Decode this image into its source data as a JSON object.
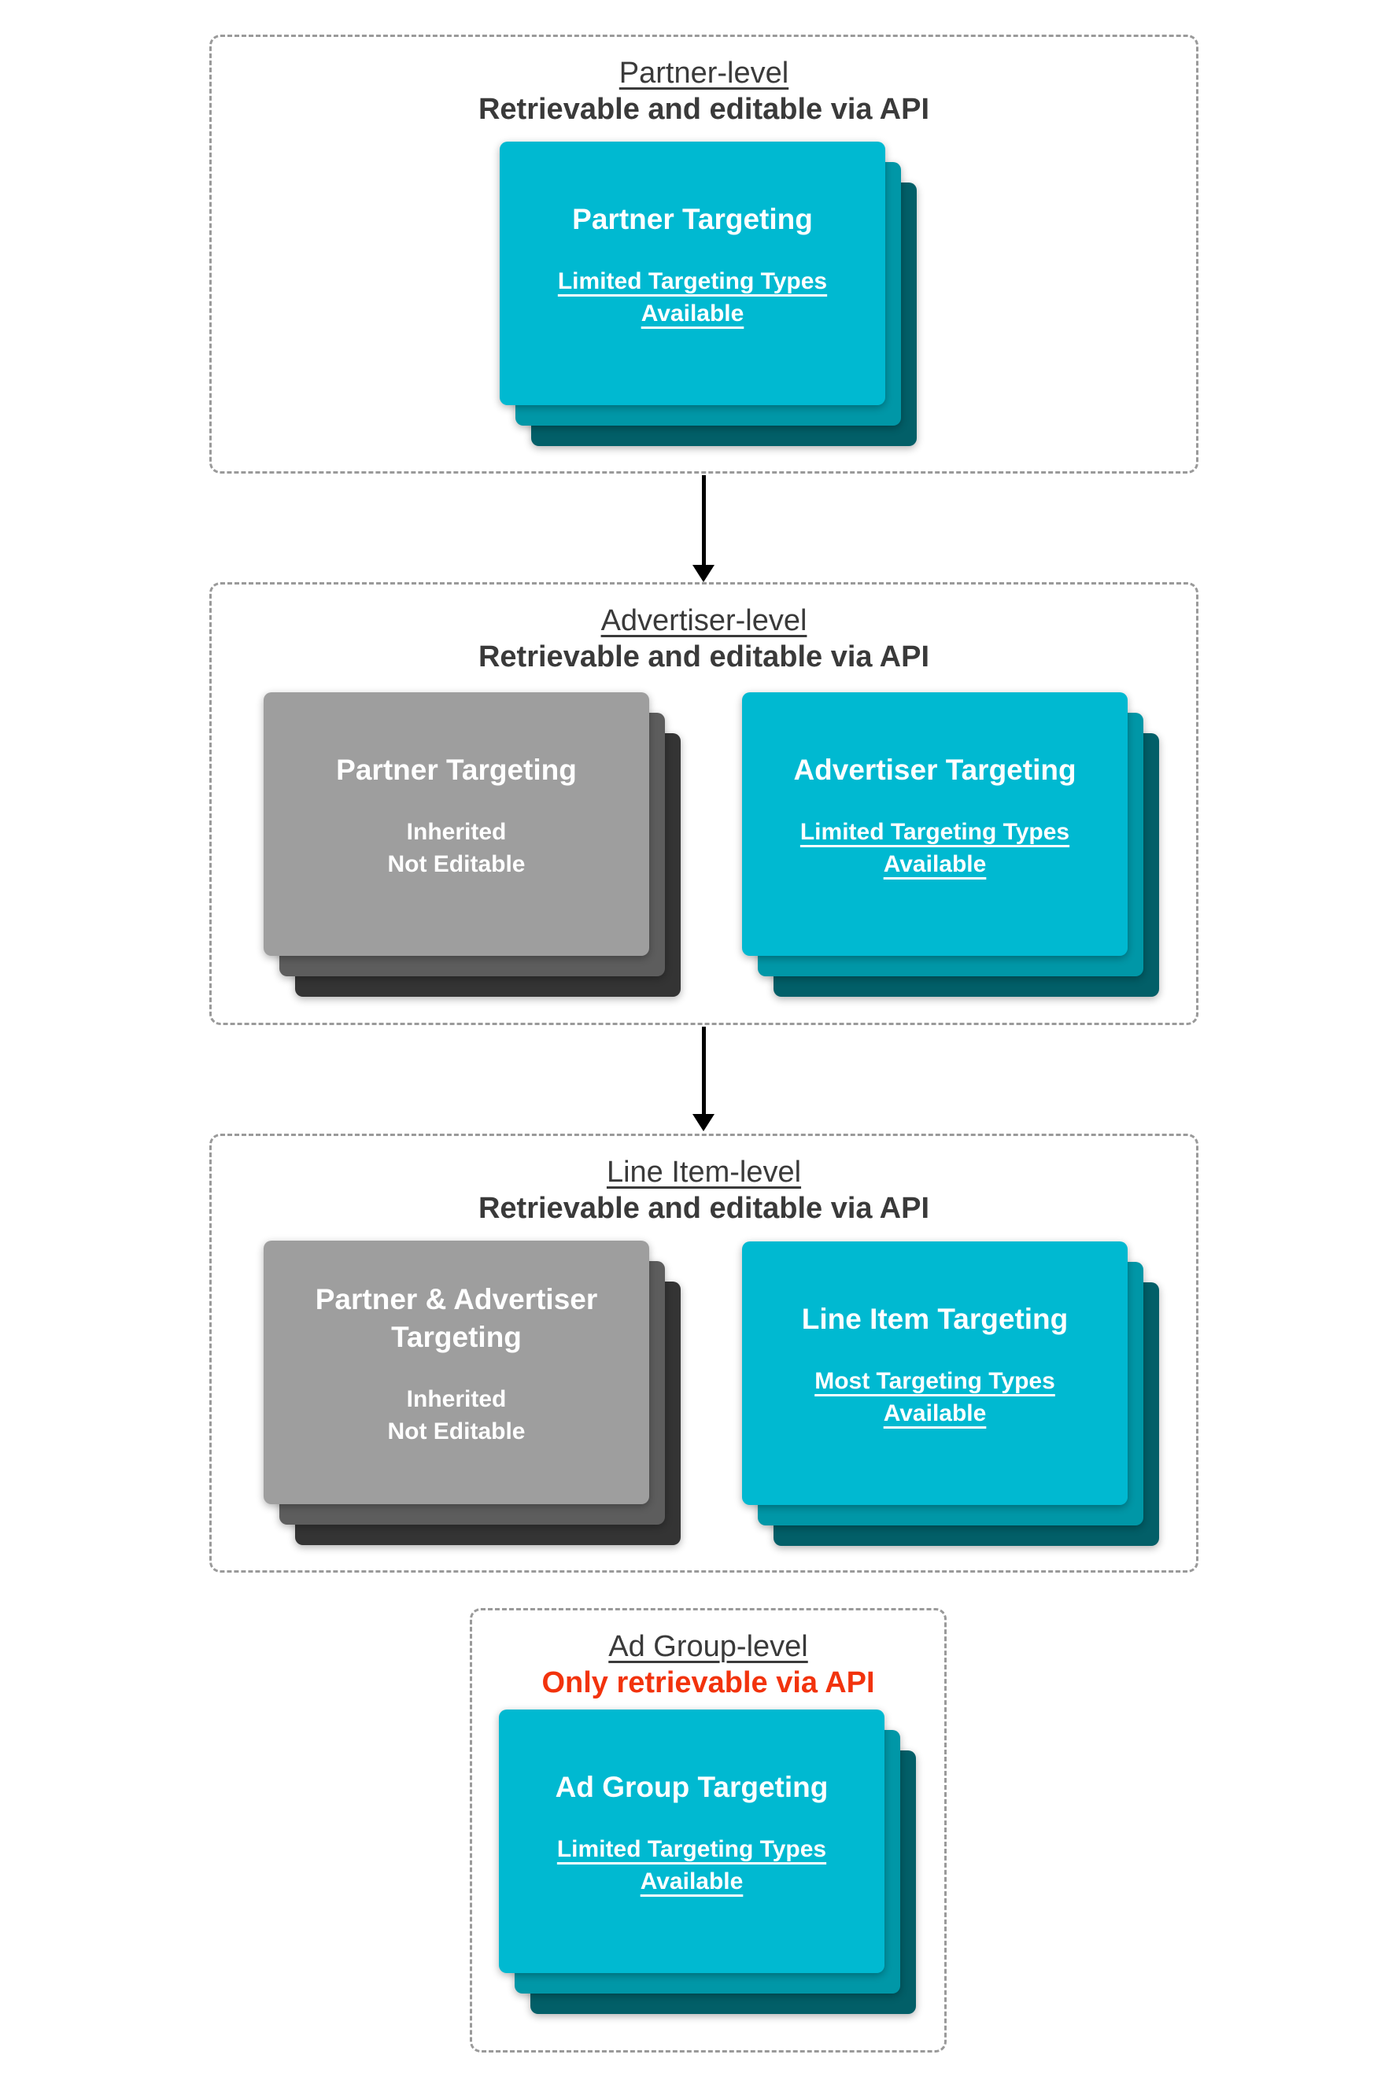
{
  "colors": {
    "cyan_front": "#00b9d1",
    "cyan_mid": "#0097a7",
    "cyan_back": "#025f68",
    "gray_front": "#9e9e9e",
    "gray_mid": "#5d5d5d",
    "gray_back": "#343434",
    "heading_text": "#3a3a3a",
    "red_text": "#f2330d",
    "card_text": "#ffffff",
    "dash_border": "#9a9a9a",
    "arrow": "#000000",
    "background": "#ffffff"
  },
  "sections": [
    {
      "title": "Partner-level",
      "subtitle": "Retrievable and editable via API"
    },
    {
      "title": "Advertiser-level",
      "subtitle": "Retrievable and editable via API"
    },
    {
      "title": "Line Item-level",
      "subtitle": "Retrievable and editable via API"
    },
    {
      "title": "Ad Group-level",
      "subtitle": "Only retrievable via API"
    }
  ],
  "cards": {
    "partner": {
      "heading": "Partner Targeting",
      "sub": "Limited Targeting Types Available"
    },
    "advertiser_inherited": {
      "heading": "Partner Targeting",
      "sub1": "Inherited",
      "sub2": "Not Editable"
    },
    "advertiser": {
      "heading": "Advertiser Targeting",
      "sub": "Limited Targeting Types Available"
    },
    "line_item_inherited": {
      "heading": "Partner & Advertiser Targeting",
      "sub1": "Inherited",
      "sub2": "Not Editable"
    },
    "line_item": {
      "heading": "Line Item Targeting",
      "sub": "Most Targeting Types Available"
    },
    "ad_group": {
      "heading": "Ad Group Targeting",
      "sub": "Limited Targeting Types Available"
    }
  }
}
